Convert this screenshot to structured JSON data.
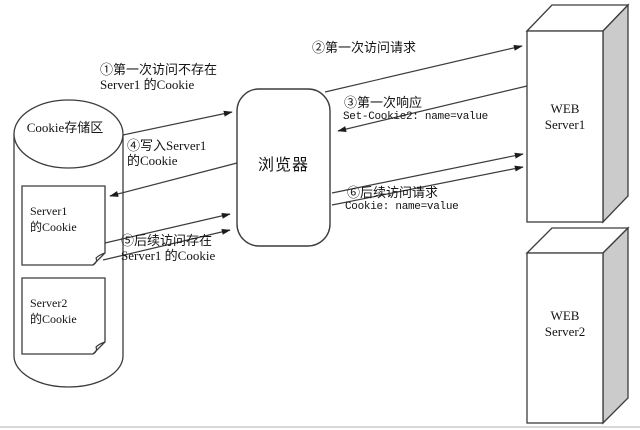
{
  "nodes": {
    "storage": "Cookie存储区",
    "browser": "浏览器",
    "web_server1": "WEB\nServer1",
    "web_server2": "WEB\nServer2",
    "server1_cookie_doc": "Server1\n的Cookie",
    "server2_cookie_doc": "Server2\n的Cookie"
  },
  "flows": {
    "step1": "①第一次访问不存在\nServer1 的Cookie",
    "step2": "②第一次访问请求",
    "step3_title": "③第一次响应",
    "step3_code": "Set-Cookie2: name=value",
    "step4": "④写入Server1\n的Cookie",
    "step5": "⑤后续访问存在\nServer1 的Cookie",
    "step6_title": "⑥后续访问请求",
    "step6_code": "Cookie: name=value"
  },
  "colors": {
    "line": "#3c3c3c",
    "box_side_fill": "#cbcbcb",
    "background": "#ffffff",
    "bottom_rule": "#d8d8d8"
  }
}
